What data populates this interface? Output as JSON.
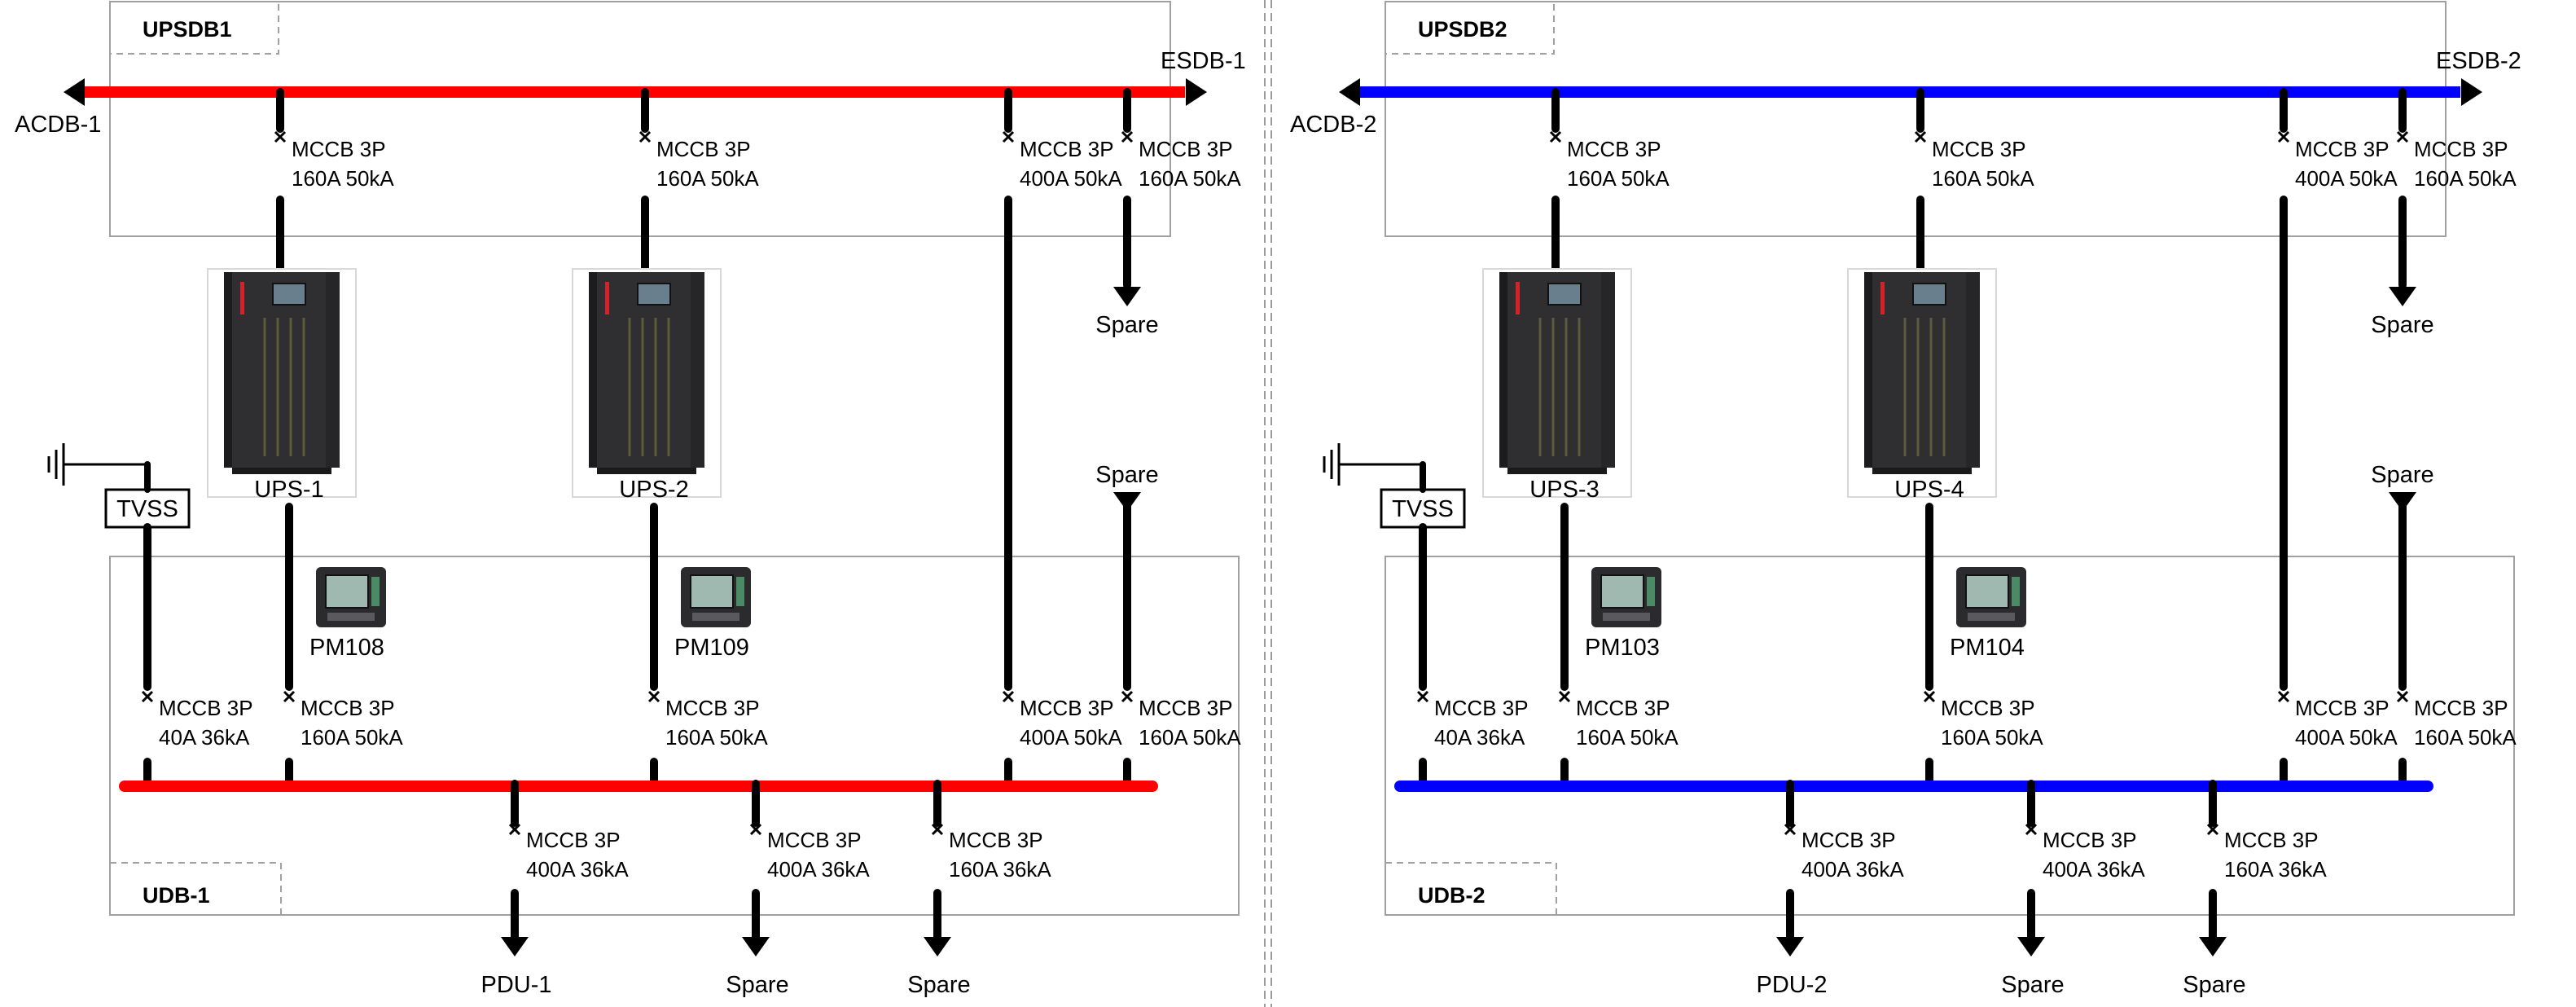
{
  "colors": {
    "bus_left": "#ff0000",
    "bus_right": "#0000ff",
    "cable": "#000000",
    "frame": "#a0a0a0"
  },
  "icons": {
    "ups": "ups-cabinet-icon",
    "meter": "power-meter-icon",
    "ground": "ground-icon",
    "arrow": "arrow-down-icon"
  },
  "left": {
    "upsdb": "UPSDB1",
    "udb": "UDB-1",
    "source_left": "ACDB-1",
    "source_right": "ESDB-1",
    "ups": [
      "UPS-1",
      "UPS-2"
    ],
    "meters": [
      "PM108",
      "PM109"
    ],
    "tvss": "TVSS",
    "breakers_top": [
      {
        "type": "MCCB 3P",
        "rating": "160A 50kA"
      },
      {
        "type": "MCCB 3P",
        "rating": "160A 50kA"
      },
      {
        "type": "MCCB 3P",
        "rating": "400A 50kA"
      },
      {
        "type": "MCCB 3P",
        "rating": "160A 50kA"
      }
    ],
    "breakers_mid": [
      {
        "type": "MCCB 3P",
        "rating": "40A 36kA"
      },
      {
        "type": "MCCB 3P",
        "rating": "160A 50kA"
      },
      {
        "type": "MCCB 3P",
        "rating": "160A 50kA"
      },
      {
        "type": "MCCB 3P",
        "rating": "400A 50kA"
      },
      {
        "type": "MCCB 3P",
        "rating": "160A 50kA"
      }
    ],
    "breakers_bottom": [
      {
        "type": "MCCB 3P",
        "rating": "400A 36kA"
      },
      {
        "type": "MCCB 3P",
        "rating": "400A 36kA"
      },
      {
        "type": "MCCB 3P",
        "rating": "160A 36kA"
      }
    ],
    "spare_top": "Spare",
    "spare_mid": "Spare",
    "outputs": [
      "PDU-1",
      "Spare",
      "Spare"
    ]
  },
  "right": {
    "upsdb": "UPSDB2",
    "udb": "UDB-2",
    "source_left": "ACDB-2",
    "source_right": "ESDB-2",
    "ups": [
      "UPS-3",
      "UPS-4"
    ],
    "meters": [
      "PM103",
      "PM104"
    ],
    "tvss": "TVSS",
    "breakers_top": [
      {
        "type": "MCCB 3P",
        "rating": "160A 50kA"
      },
      {
        "type": "MCCB 3P",
        "rating": "160A 50kA"
      },
      {
        "type": "MCCB 3P",
        "rating": "400A 50kA"
      },
      {
        "type": "MCCB 3P",
        "rating": "160A 50kA"
      }
    ],
    "breakers_mid": [
      {
        "type": "MCCB 3P",
        "rating": "40A 36kA"
      },
      {
        "type": "MCCB 3P",
        "rating": "160A 50kA"
      },
      {
        "type": "MCCB 3P",
        "rating": "160A 50kA"
      },
      {
        "type": "MCCB 3P",
        "rating": "400A 50kA"
      },
      {
        "type": "MCCB 3P",
        "rating": "160A 50kA"
      }
    ],
    "breakers_bottom": [
      {
        "type": "MCCB 3P",
        "rating": "400A 36kA"
      },
      {
        "type": "MCCB 3P",
        "rating": "400A 36kA"
      },
      {
        "type": "MCCB 3P",
        "rating": "160A 36kA"
      }
    ],
    "spare_top": "Spare",
    "spare_mid": "Spare",
    "outputs": [
      "PDU-2",
      "Spare",
      "Spare"
    ]
  }
}
